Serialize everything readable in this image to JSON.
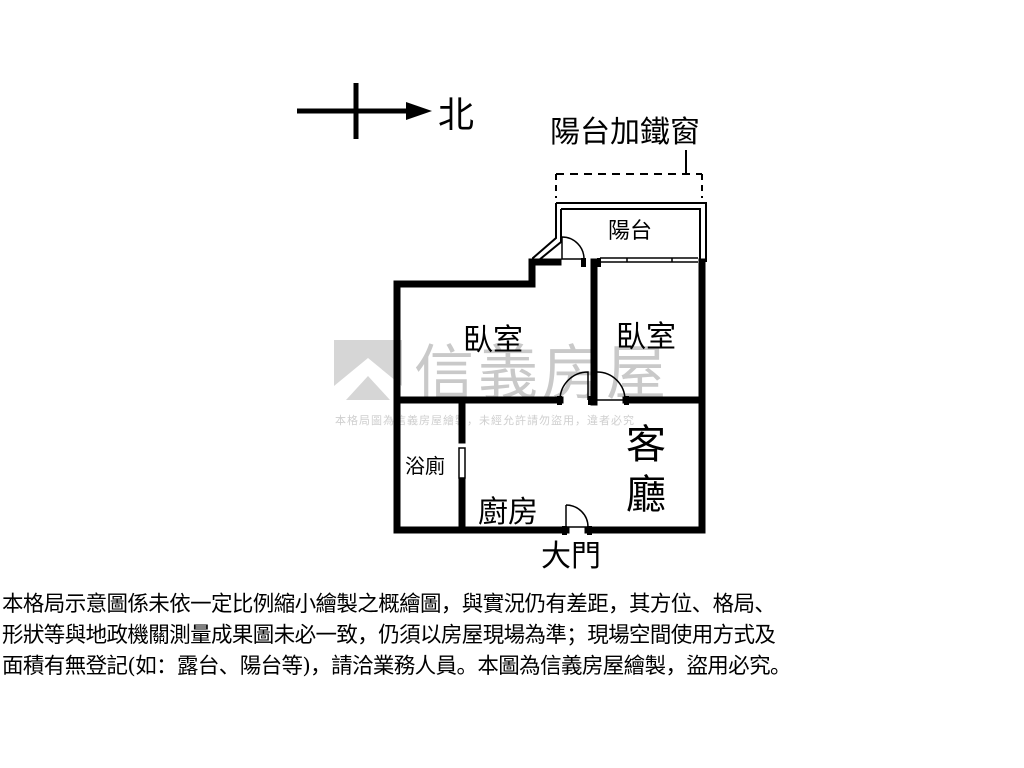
{
  "compass": {
    "direction_label": "北"
  },
  "plan": {
    "balcony_window_label": "陽台加鐵窗",
    "rooms": {
      "balcony": "陽台",
      "bedroom_left": "臥室",
      "bedroom_right": "臥室",
      "bathroom": "浴廁",
      "living_room_line1": "客",
      "living_room_line2": "廳",
      "kitchen": "廚房",
      "main_door": "大門"
    }
  },
  "watermark": {
    "brand": "信義房屋",
    "notice": "本格局圖為信義房屋繪製，未經允許請勿盜用，違者必究"
  },
  "disclaimer": {
    "line1": "本格局示意圖係未依一定比例縮小繪製之概繪圖，與實況仍有差距，其方位、格局、",
    "line2": "形狀等與地政機關測量成果圖未必一致，仍須以房屋現場為準；現場空間使用方式及",
    "line3": "面積有無登記(如：露台、陽台等)，請洽業務人員。本圖為信義房屋繪製，盜用必究。"
  },
  "colors": {
    "wall": "#000000",
    "watermark": "#c9c9c9",
    "background": "#ffffff"
  }
}
